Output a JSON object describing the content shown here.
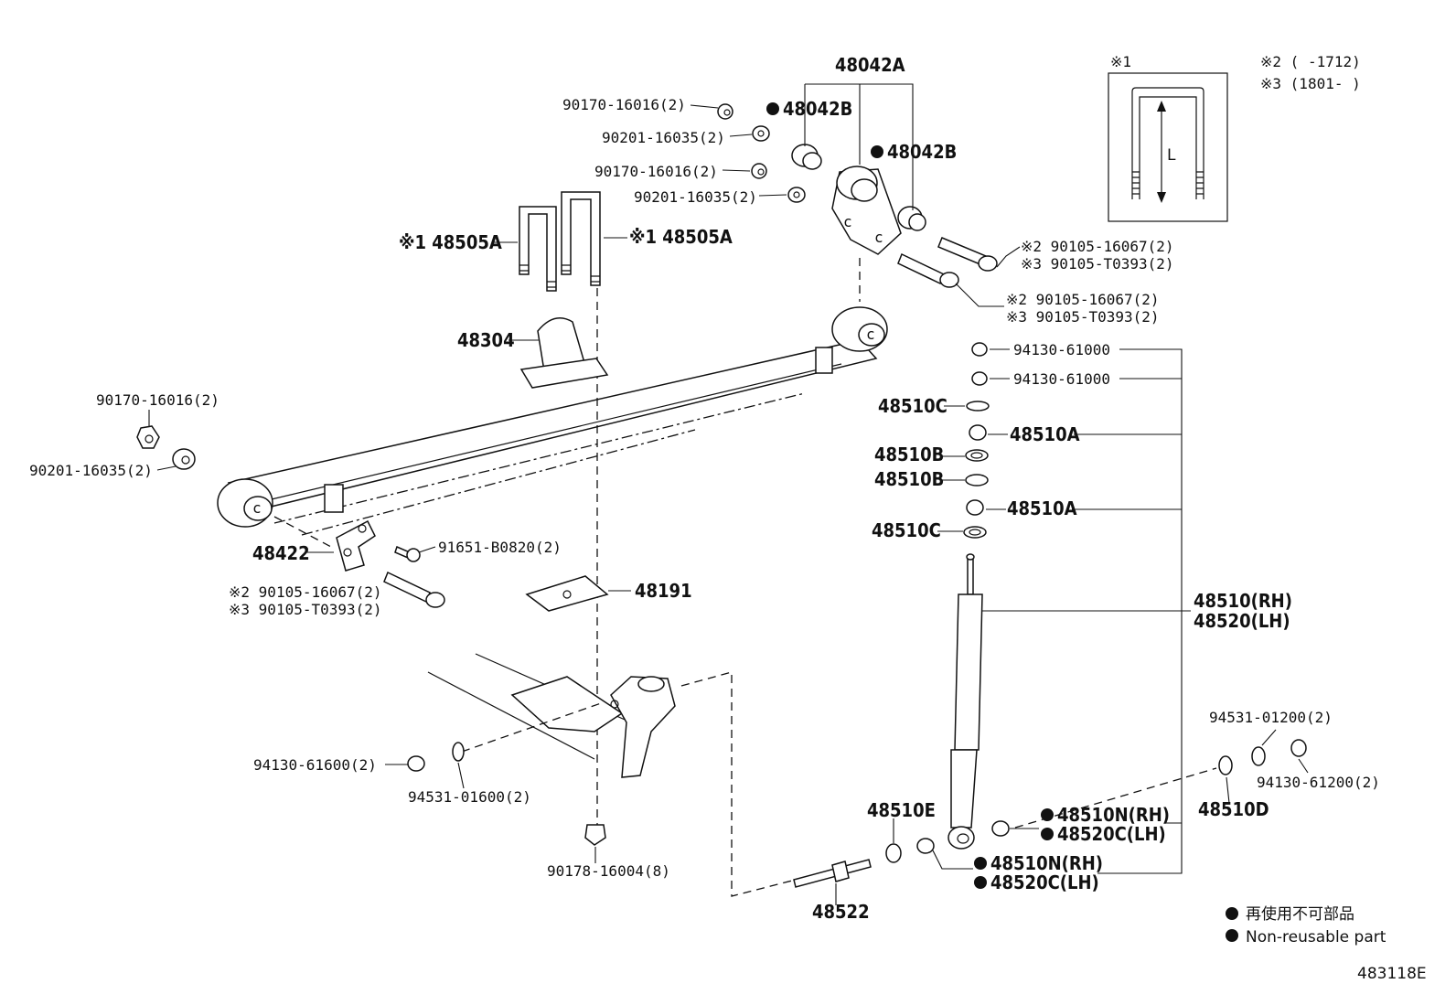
{
  "diagram": {
    "catalog_number": "483118E",
    "legend": {
      "marker_ja": "再使用不可部品",
      "marker_en": "Non-reusable part"
    },
    "notes": {
      "note1_mark": "※1",
      "note2": "※2 (      -1712)",
      "note3": "※3 (1801-      )",
      "ubolt_dim": "L"
    },
    "labels": {
      "p48042A": "48042A",
      "p48042B_a": "48042B",
      "p48042B_b": "48042B",
      "p90170_a": "90170-16016(2)",
      "p90201_a": "90201-16035(2)",
      "p90170_b": "90170-16016(2)",
      "p90201_b": "90201-16035(2)",
      "p48505A_a": "※1 48505A",
      "p48505A_b": "※1 48505A",
      "p90105_a2": "※2 90105-16067(2)",
      "p90105_a3": "※3 90105-T0393(2)",
      "p90105_b2": "※2 90105-16067(2)",
      "p90105_b3": "※3 90105-T0393(2)",
      "p48304": "48304",
      "p94130_a": "94130-61000",
      "p94130_b": "94130-61000",
      "p48510C_a": "48510C",
      "p48510A_a": "48510A",
      "p48510B_a": "48510B",
      "p48510B_b": "48510B",
      "p48510A_b": "48510A",
      "p48510C_b": "48510C",
      "p90170_c": "90170-16016(2)",
      "p90201_c": "90201-16035(2)",
      "p48422": "48422",
      "p91651": "91651-B0820(2)",
      "p90105_c2": "※2 90105-16067(2)",
      "p90105_c3": "※3 90105-T0393(2)",
      "p48191": "48191",
      "p48510RH": "48510(RH)",
      "p48520LH": "48520(LH)",
      "p94531_a": "94531-01200(2)",
      "p94130_c": "94130-61200(2)",
      "p48510D": "48510D",
      "p94130_d": "94130-61600(2)",
      "p94531_b": "94531-01600(2)",
      "p48510E": "48510E",
      "p48510N_a": "48510N(RH)",
      "p48520C_a": "48520C(LH)",
      "p48510N_b": "48510N(RH)",
      "p48520C_b": "48520C(LH)",
      "p90178": "90178-16004(8)",
      "p48522": "48522"
    }
  }
}
